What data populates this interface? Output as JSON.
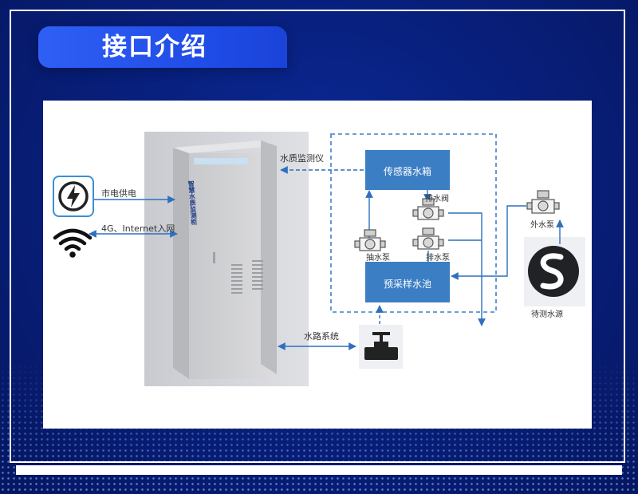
{
  "header": {
    "title": "接口介绍"
  },
  "cabinet": {
    "label": "智慧水质监测柜"
  },
  "left": {
    "power_label": "市电供电",
    "network_label": "4G、Internet入网",
    "power_icon": "lightning-icon",
    "network_icon": "wifi-icon"
  },
  "diagram": {
    "monitor_label": "水质监测仪",
    "sensor_tank": "传感器水箱",
    "presample_pool": "预采样水池",
    "drain_valve": "排水阀",
    "suction_pump": "抽水泵",
    "drain_pump": "排水泵",
    "outer_pump": "外水泵",
    "water_source": "待测水源",
    "water_system": "水路系统"
  },
  "colors": {
    "accent": "#2f6fbf",
    "box": "#3b7ec4",
    "title_tab": "#2f5ff5",
    "background": "#08207e"
  }
}
